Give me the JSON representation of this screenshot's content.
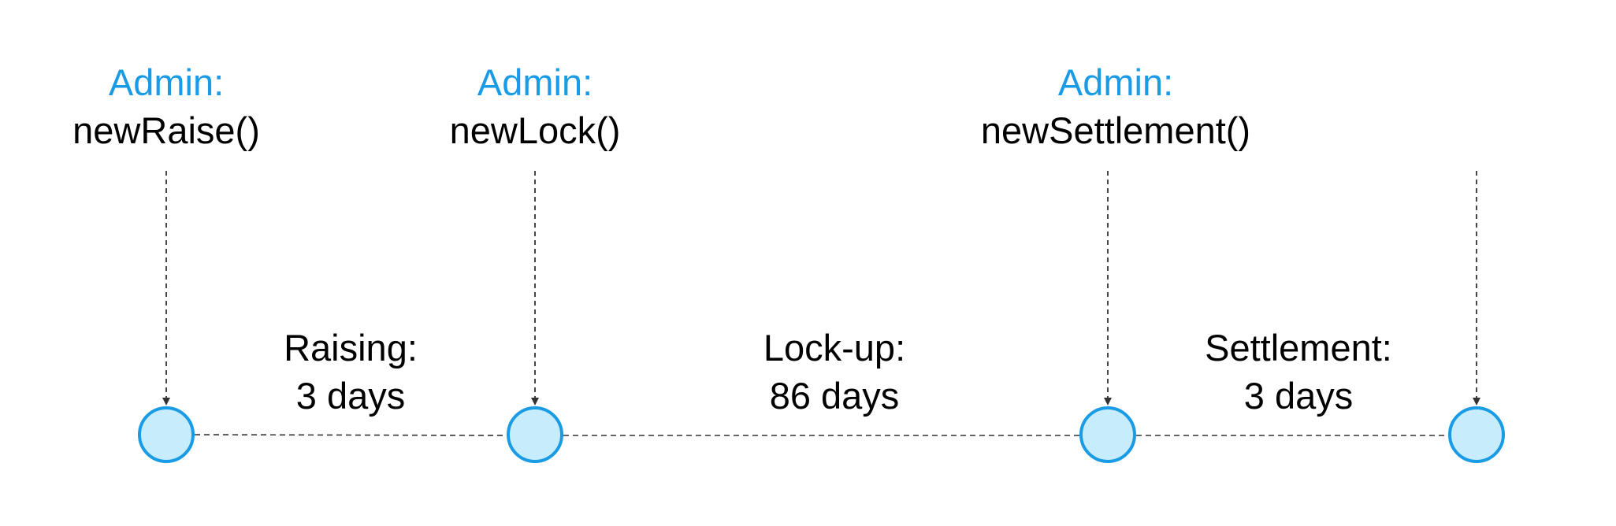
{
  "colors": {
    "accent": "#1a9be6",
    "node_fill": "#c7ecfb",
    "node_stroke": "#1a9be6",
    "line": "#333333",
    "text": "#000000"
  },
  "events": [
    {
      "actor": "Admin:",
      "call": "newRaise()"
    },
    {
      "actor": "Admin:",
      "call": "newLock()"
    },
    {
      "actor": "Admin:",
      "call": "newSettlement()"
    }
  ],
  "periods": [
    {
      "name": "Raising:",
      "duration": "3 days"
    },
    {
      "name": "Lock-up:",
      "duration": "86 days"
    },
    {
      "name": "Settlement:",
      "duration": "3 days"
    }
  ]
}
